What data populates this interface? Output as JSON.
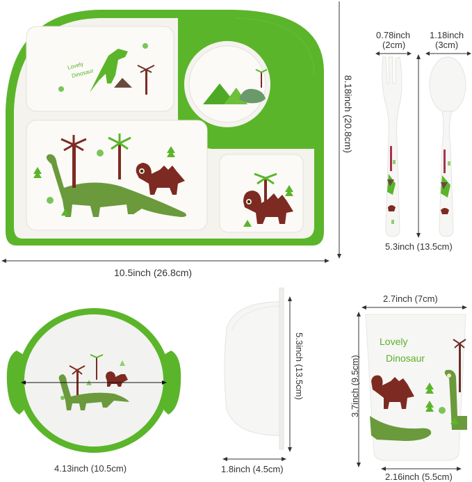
{
  "plate": {
    "width_label": "10.5inch (26.8cm)",
    "height_label": "8.18inch (20.8cm)",
    "print_text_line1": "Lovely",
    "print_text_line2": "Dinosaur",
    "rim_color": "#5bb52a",
    "surface_color": "#f4f3ee"
  },
  "cutlery": {
    "fork_width_label_inch": "0.78inch",
    "fork_width_label_cm": "(2cm)",
    "spoon_width_label_inch": "1.18inch",
    "spoon_width_label_cm": "(3cm)",
    "length_label": "5.3inch (13.5cm)"
  },
  "bowl": {
    "diameter_label": "4.13inch (10.5cm)",
    "side_height_label": "5.3inch (13.5cm)",
    "side_depth_label": "1.8inch (4.5cm)"
  },
  "cup": {
    "top_width_label": "2.7inch (7cm)",
    "height_label": "3.7inch (9.5cm)",
    "bottom_width_label": "2.16inch (5.5cm)",
    "print_text_line1": "Lovely",
    "print_text_line2": "Dinosaur"
  },
  "colors": {
    "green": "#5bb52a",
    "dino_green": "#6a9a3c",
    "dino_red": "#7d2a22",
    "tree_brown": "#6b2e28",
    "text_green": "#5ab02a"
  }
}
